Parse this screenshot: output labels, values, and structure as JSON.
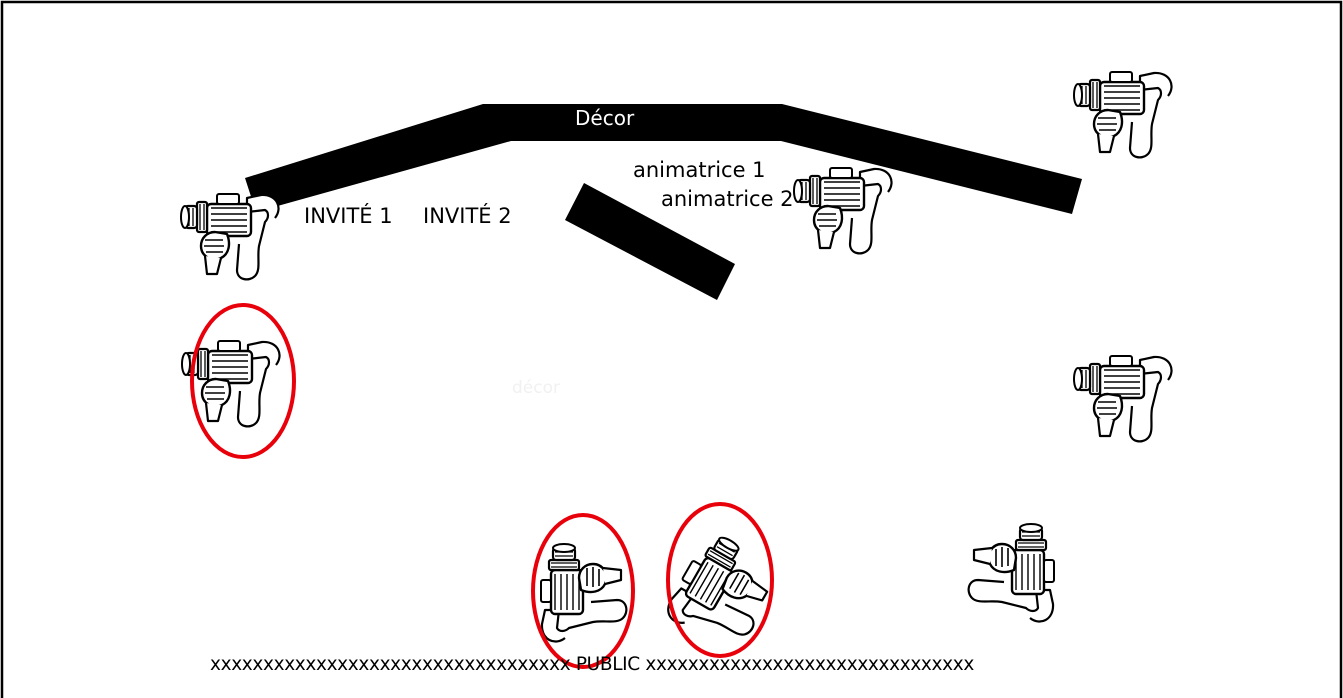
{
  "labels": {
    "decor_top": "Décor",
    "decor_ghost": "décor",
    "guest_1": "INVITÉ 1",
    "guest_2": "INVITÉ 2",
    "host_1": "animatrice 1",
    "host_2": "animatrice 2",
    "public_line": "xxxxxxxxxxxxxxxxxxxxxxxxxxxxxxxxxx PUBLIC xxxxxxxxxxxxxxxxxxxxxxxxxxxxxxx"
  },
  "cameras": [
    {
      "id": "cam-left-top",
      "icon": "video-camera-icon",
      "circled": false
    },
    {
      "id": "cam-left-middle",
      "icon": "video-camera-icon",
      "circled": true
    },
    {
      "id": "cam-center-host",
      "icon": "video-camera-icon",
      "circled": false
    },
    {
      "id": "cam-right-top",
      "icon": "video-camera-icon",
      "circled": false
    },
    {
      "id": "cam-right-middle",
      "icon": "video-camera-icon",
      "circled": false
    },
    {
      "id": "cam-bottom-1",
      "icon": "video-camera-icon",
      "circled": true
    },
    {
      "id": "cam-bottom-2",
      "icon": "video-camera-icon",
      "circled": true
    },
    {
      "id": "cam-bottom-right",
      "icon": "video-camera-icon",
      "circled": false
    }
  ],
  "colors": {
    "set_piece": "#000000",
    "highlight_circle": "#e8000b",
    "frame": "#000000"
  }
}
